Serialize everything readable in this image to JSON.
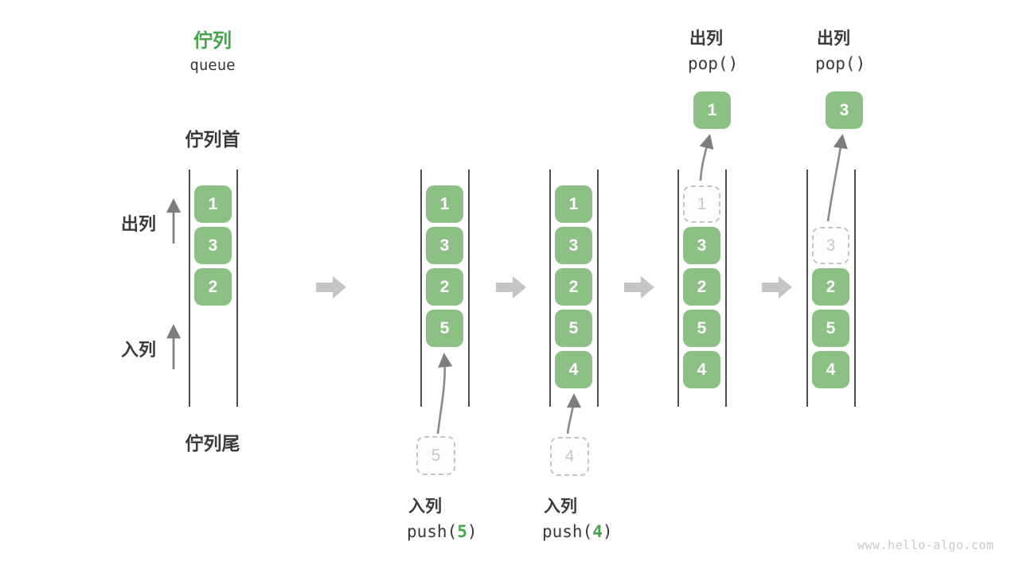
{
  "diagram": {
    "title_zh": "佇列",
    "title_en": "queue",
    "front_label": "佇列首",
    "rear_label": "佇列尾",
    "dequeue_label": "出列",
    "enqueue_label": "入列",
    "watermark": "www.hello-algo.com"
  },
  "colors": {
    "box_green": "#8cc084",
    "title_green": "#47a34d",
    "text_dark": "#3a3a3a",
    "channel_line": "#4d4d4d",
    "thin_arrow": "#7d7d7d",
    "block_arrow": "#c5c5c5",
    "ghost_border": "#c5c5c5",
    "ghost_text": "#c8c8c8",
    "watermark_gray": "#c9c9c9"
  },
  "stages": [
    {
      "items": [
        "1",
        "3",
        "2"
      ]
    },
    {
      "items": [
        "1",
        "3",
        "2",
        "5"
      ],
      "ghost": "5",
      "op_label": "入列",
      "op_open": "push(",
      "op_arg": "5",
      "op_close": ")"
    },
    {
      "items": [
        "1",
        "3",
        "2",
        "5",
        "4"
      ],
      "ghost": "4",
      "op_label": "入列",
      "op_open": "push(",
      "op_arg": "4",
      "op_close": ")"
    },
    {
      "items": [
        "3",
        "2",
        "5",
        "4"
      ],
      "ghost": "1",
      "popped": "1",
      "op_label": "出列",
      "op_fn": "pop()"
    },
    {
      "items": [
        "2",
        "5",
        "4"
      ],
      "ghost": "3",
      "popped": "3",
      "op_label": "出列",
      "op_fn": "pop()"
    }
  ]
}
